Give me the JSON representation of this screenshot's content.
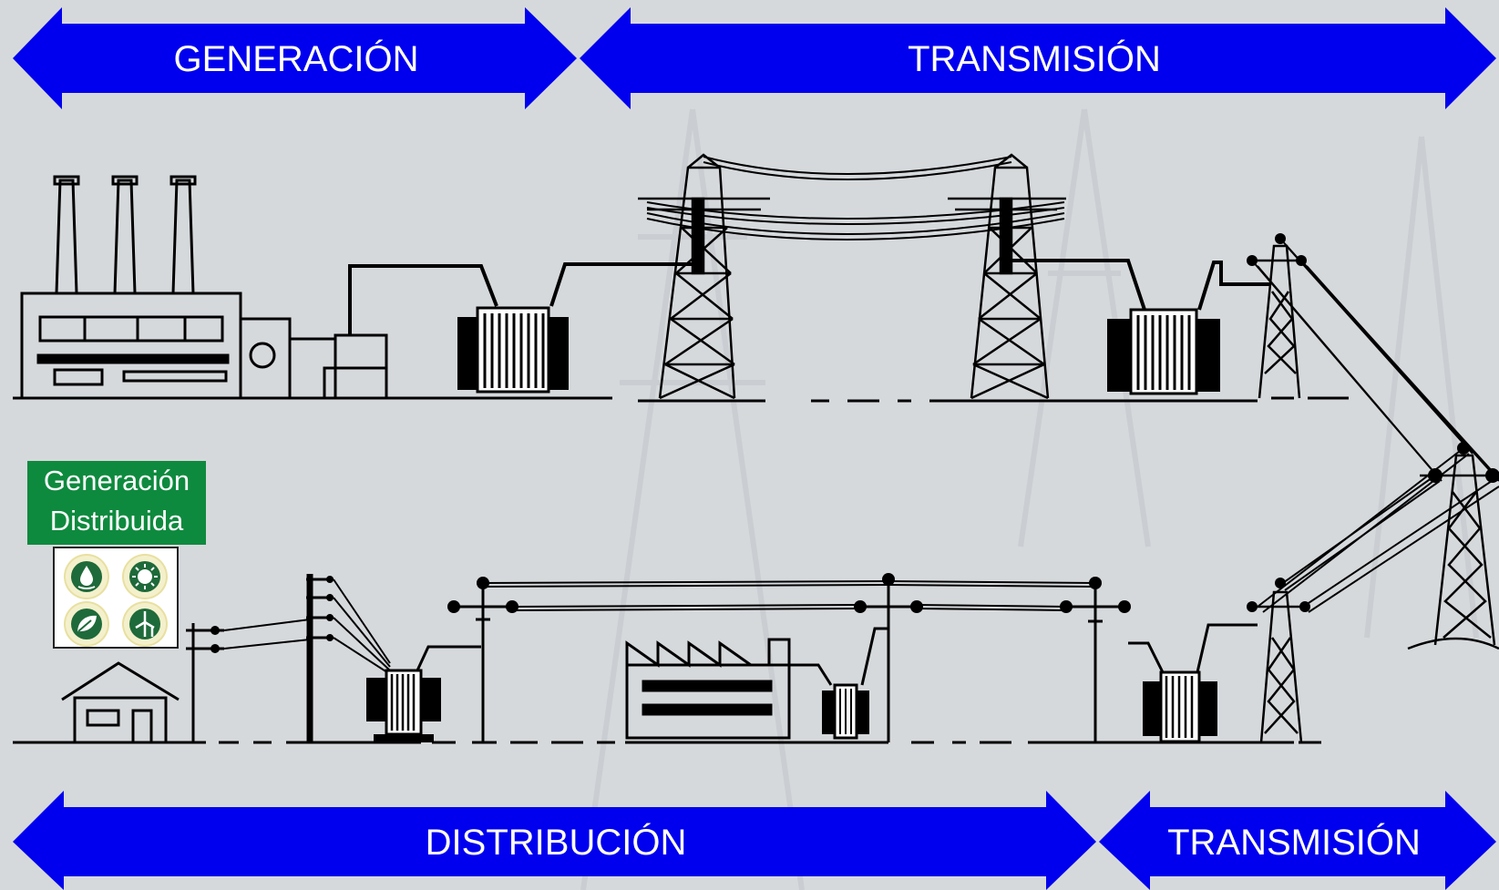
{
  "arrows": {
    "top_left": "GENERACIÓN",
    "top_right": "TRANSMISIÓN",
    "bottom_left": "DISTRIBUCIÓN",
    "bottom_right": "TRANSMISIÓN"
  },
  "distributed_generation": {
    "line1": "Generación",
    "line2": "Distribuida",
    "icons": [
      "water-drop-icon",
      "sun-icon",
      "leaf-icon",
      "wind-turbine-icon"
    ]
  },
  "colors": {
    "arrow_blue": "#0000ee",
    "label_green": "#0e8a3e",
    "line_black": "#000000",
    "background": "#d6d9dc"
  }
}
